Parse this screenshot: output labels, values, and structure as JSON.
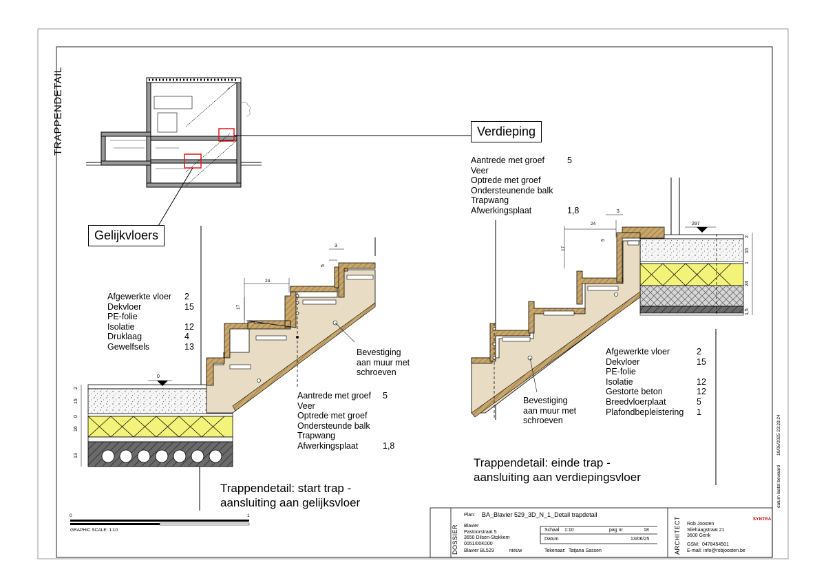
{
  "sheet_title": "TRAPPENDETAIL",
  "labels": {
    "verdieping": "Verdieping",
    "gelijkvloers": "Gelijkvloers"
  },
  "legend_start": [
    {
      "name": "Afgewerkte vloer",
      "value": "2"
    },
    {
      "name": "Dekvloer",
      "value": "15"
    },
    {
      "name": "PE-folie",
      "value": ""
    },
    {
      "name": "Isolatie",
      "value": "12"
    },
    {
      "name": "Druklaag",
      "value": "4"
    },
    {
      "name": "Gewelfsels",
      "value": "13"
    }
  ],
  "legend_end": [
    {
      "name": "Afgewerkte vloer",
      "value": "2"
    },
    {
      "name": "Dekvloer",
      "value": "15"
    },
    {
      "name": "PE-folie",
      "value": ""
    },
    {
      "name": "Isolatie",
      "value": "12"
    },
    {
      "name": "Gestorte beton",
      "value": "12"
    },
    {
      "name": "Breedvloerplaat",
      "value": "5"
    },
    {
      "name": "Plafondbepleistering",
      "value": "1"
    }
  ],
  "stair_parts_start": [
    {
      "name": "Aantrede met groef",
      "value": "5"
    },
    {
      "name": "Veer",
      "value": ""
    },
    {
      "name": "Optrede met groef",
      "value": ""
    },
    {
      "name": "Ondersteunde balk",
      "value": ""
    },
    {
      "name": "Trapwang",
      "value": ""
    },
    {
      "name": "Afwerkingsplaat",
      "value": "1,8"
    }
  ],
  "stair_parts_end": [
    {
      "name": "Aantrede met groef",
      "value": "5"
    },
    {
      "name": "Veer",
      "value": ""
    },
    {
      "name": "Optrede met groef",
      "value": ""
    },
    {
      "name": "Ondersteunende balk",
      "value": ""
    },
    {
      "name": "Trapwang",
      "value": ""
    },
    {
      "name": "Afwerkingsplaat",
      "value": "1,8"
    }
  ],
  "bevestiging": "Bevestiging\naan muur met\nschroeven",
  "titles": {
    "start": "Trappendetail: start trap -\naansluiting aan gelijksvloer",
    "end": "Trappendetail: einde trap -\naansluiting aan verdiepingsvloer"
  },
  "dims": {
    "step_w": "24",
    "step_h": "17",
    "nose_w": "3",
    "nose_h": "5",
    "level_start": "0",
    "level_end": "297",
    "start_layers": [
      "2",
      "15",
      "0",
      "16",
      "13"
    ],
    "end_layers": [
      "2",
      "15",
      "1",
      "24",
      "1,5"
    ]
  },
  "scale_bar": {
    "zero": "0",
    "one": "1",
    "label": "GRAPHIC SCALE: 1:10"
  },
  "timestamp": "10/06/2025 23:20:24",
  "timestamp_label": "datum laatst bewaard",
  "title_block": {
    "plan_label": "Plan:",
    "plan_value": "BA_Blavier 529_3D_N_1_Detail trapdetail",
    "dossier_label": "DOSSIER",
    "client_lines": [
      "Blavier",
      "Pastoorstraat 5",
      "3650 Dilsen-Stokkem",
      "0051/00K000"
    ],
    "project": "Blavier BL529",
    "project_state": "nieuw",
    "schaal_label": "Schaal",
    "schaal_value": "1:10",
    "pagnr_label": "pag nr",
    "pagnr_value": "18",
    "datum_label": "Datum",
    "datum_value": "13/06/25",
    "tekenaar_label": "Tekenaar:",
    "tekenaar_value": "Tatjana Sassen",
    "architect_label": "ARCHITECT",
    "architect_lines": [
      "Rob Joosten",
      "Sliehaagstraat 21",
      "3600 Genk"
    ],
    "gsm_label": "GSM:",
    "gsm_value": "0478454501",
    "email_label": "E-mail:",
    "email_value": "info@robjoosten.be",
    "logo_text": "SYNTRA"
  },
  "colors": {
    "wood": "#c8a66a",
    "stair_body": "#e8dcc4",
    "insulation": "#f3f37a",
    "screed": "#f2f2f2",
    "concrete": "#5c5c5c",
    "highlight": "#e01818"
  }
}
